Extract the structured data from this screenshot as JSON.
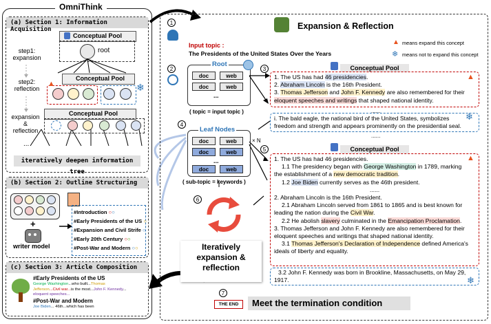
{
  "title": "OmniThink",
  "left": {
    "section1": {
      "header": "(a)  Section 1: Information Acquisition",
      "pool_label": "Conceptual Pool",
      "root": "root",
      "step1": "step1:\nexpansion",
      "step2": "step2:\nreflection",
      "step3": "expansion\n&\nreflection",
      "ellipsis": "...",
      "bottom": "iteratively deepen information tree"
    },
    "section2": {
      "header": "(b)  Section 2: Outline Structuring",
      "writer": "writer model",
      "outline": [
        "#Introduction",
        "#Early Presidents of the US",
        "#Expansion and Civil Strife",
        "#Early 20th Century",
        "#Post-War and Modern"
      ]
    },
    "section3": {
      "header": "(c)   Section 3: Article Composition",
      "h1": "#Early Presidents of the US",
      "l1a": "George Washington",
      "l1b": "...who built...",
      "l1c": "Thomas",
      "l2a": "Jefferson",
      "l2b": "...Civil war...",
      "l2c": "is the most...",
      "l2d": "John F. Kennedy",
      "l2e": "...",
      "l3": "eloquent speeches...",
      "h2": "#Post-War and Modern",
      "l4a": "Joe Biden",
      "l4b": "... 46th...",
      "l4c": "which has been"
    }
  },
  "right": {
    "title": "Expansion & Reflection",
    "note_badge": "",
    "step1": "1",
    "input_label": "Input topic :",
    "input_topic": "The Presidents of the United States Over the Years",
    "legend_expand": "means expand this concept",
    "legend_noexpand": "means not to expand this concept",
    "step2": "2",
    "root_label": "Root",
    "doc": "doc",
    "web": "web",
    "dots": "...",
    "topic_eq": "( topic = input topic )",
    "step3": "3",
    "pool_label": "Conceptual Pool",
    "pool1": {
      "l1a": "1. The US has had ",
      "l1b": "46 presidencies",
      "l1c": ".",
      "l2a": "2. ",
      "l2b": "Abraham Lincoln",
      "l2c": " is the 16th President.",
      "l3a": "3. ",
      "l3b": "Thomas Jefferson",
      "l3c": " and ",
      "l3d": "John F. Kennedy",
      "l3e": " are also remembered for their",
      "l4a": "eloquent speeches and writings",
      "l4b": " that shaped national identity.",
      "dots": "......",
      "i_text": "i. The bald eagle, the national bird of the United States, symbolizes freedom and strength and appears prominently on the presidential seal.",
      "dots2": "......"
    },
    "step4": "4",
    "leaf_label": "Leaf Nodes",
    "xn": "× N",
    "subtopic_eq": "( sub-topic = keywords )",
    "step5": "5",
    "pool2": {
      "l1": "1. The US has had 46 presidencies.",
      "l2a": "1.1 The presidency began with ",
      "l2b": "George Washington",
      "l2c": " in 1789, marking",
      "l3a": "the establishment of a ",
      "l3b": "new democratic tradition",
      "l3c": ".",
      "l4a": "1.2 ",
      "l4b": "Joe Biden",
      "l4c": " currently serves as the 46th president.",
      "dots1": "......",
      "l5": "2. Abraham Lincoln is the 16th President.",
      "l6": "2.1 Abraham Lincoln served from 1861 to 1865 and is best known for",
      "l7a": "leading the nation during the ",
      "l7b": "Civil War",
      "l7c": ".",
      "l8a": "2.2 He abolish ",
      "l8b": "slavery",
      "l8c": " culminated in the ",
      "l8d": "Emancipation Proclamation",
      "l8e": ".",
      "l9": "3. Thomas Jefferson and John F. Kennedy are also remembered for their",
      "l10": "eloquent speeches and writings that shaped national identity.",
      "l11a": "3.1 ",
      "l11b": "Thomas Jefferson's Declaration of Independence",
      "l11c": " defined America's",
      "l12": "ideals of liberty and equality.",
      "l13": "3.2 John F. Kennedy was born in Brookline, Massachusetts, on May 29,",
      "l14": "1917."
    },
    "step6": "6",
    "iter": "Iteratively\nexpansion &\nreflection",
    "step7": "7",
    "the_end": "THE END",
    "termination": "Meet the termination condition"
  },
  "colors": {
    "expand": "#e8531f",
    "noexpand": "#2e75b6",
    "cycle": "#e84c3d",
    "doc_blue": "#8faadc"
  },
  "icons": [
    "fire-icon",
    "snowflake-icon",
    "book-icon",
    "robot-icon",
    "tree-icon",
    "network-icon",
    "cycle-arrows-icon",
    "the-end-sign-icon"
  ]
}
